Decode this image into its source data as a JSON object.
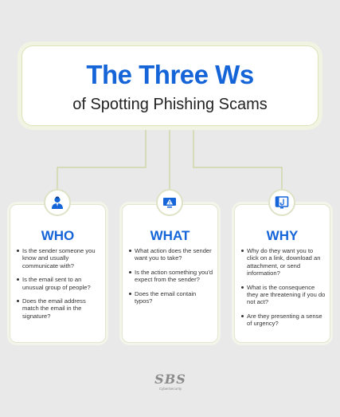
{
  "header": {
    "title": "The Three Ws",
    "subtitle": "of Spotting Phishing Scams"
  },
  "cards": [
    {
      "title": "WHO",
      "icon": "person-icon",
      "items": [
        "Is the sender someone you know and usually communicate with?",
        "Is the email sent to an unusual group of people?",
        "Does the email address match the email in the signature?"
      ]
    },
    {
      "title": "WHAT",
      "icon": "warning-monitor-icon",
      "items": [
        "What action does the sender want you to take?",
        "Is the action something you'd expect from the sender?",
        "Does the email contain typos?"
      ]
    },
    {
      "title": "WHY",
      "icon": "phishing-screen-icon",
      "items": [
        "Why do they want you to click on a link, download an attachment, or send information?",
        "What is the consequence they are threatening if you do not act?",
        "Are they presenting a sense of urgency?"
      ]
    }
  ],
  "footer": {
    "logo_main": "SBS",
    "logo_sub": "CyberSecurity"
  },
  "colors": {
    "accent": "#1565d8",
    "connector": "#c9d39a",
    "background": "#e9e9e9"
  }
}
